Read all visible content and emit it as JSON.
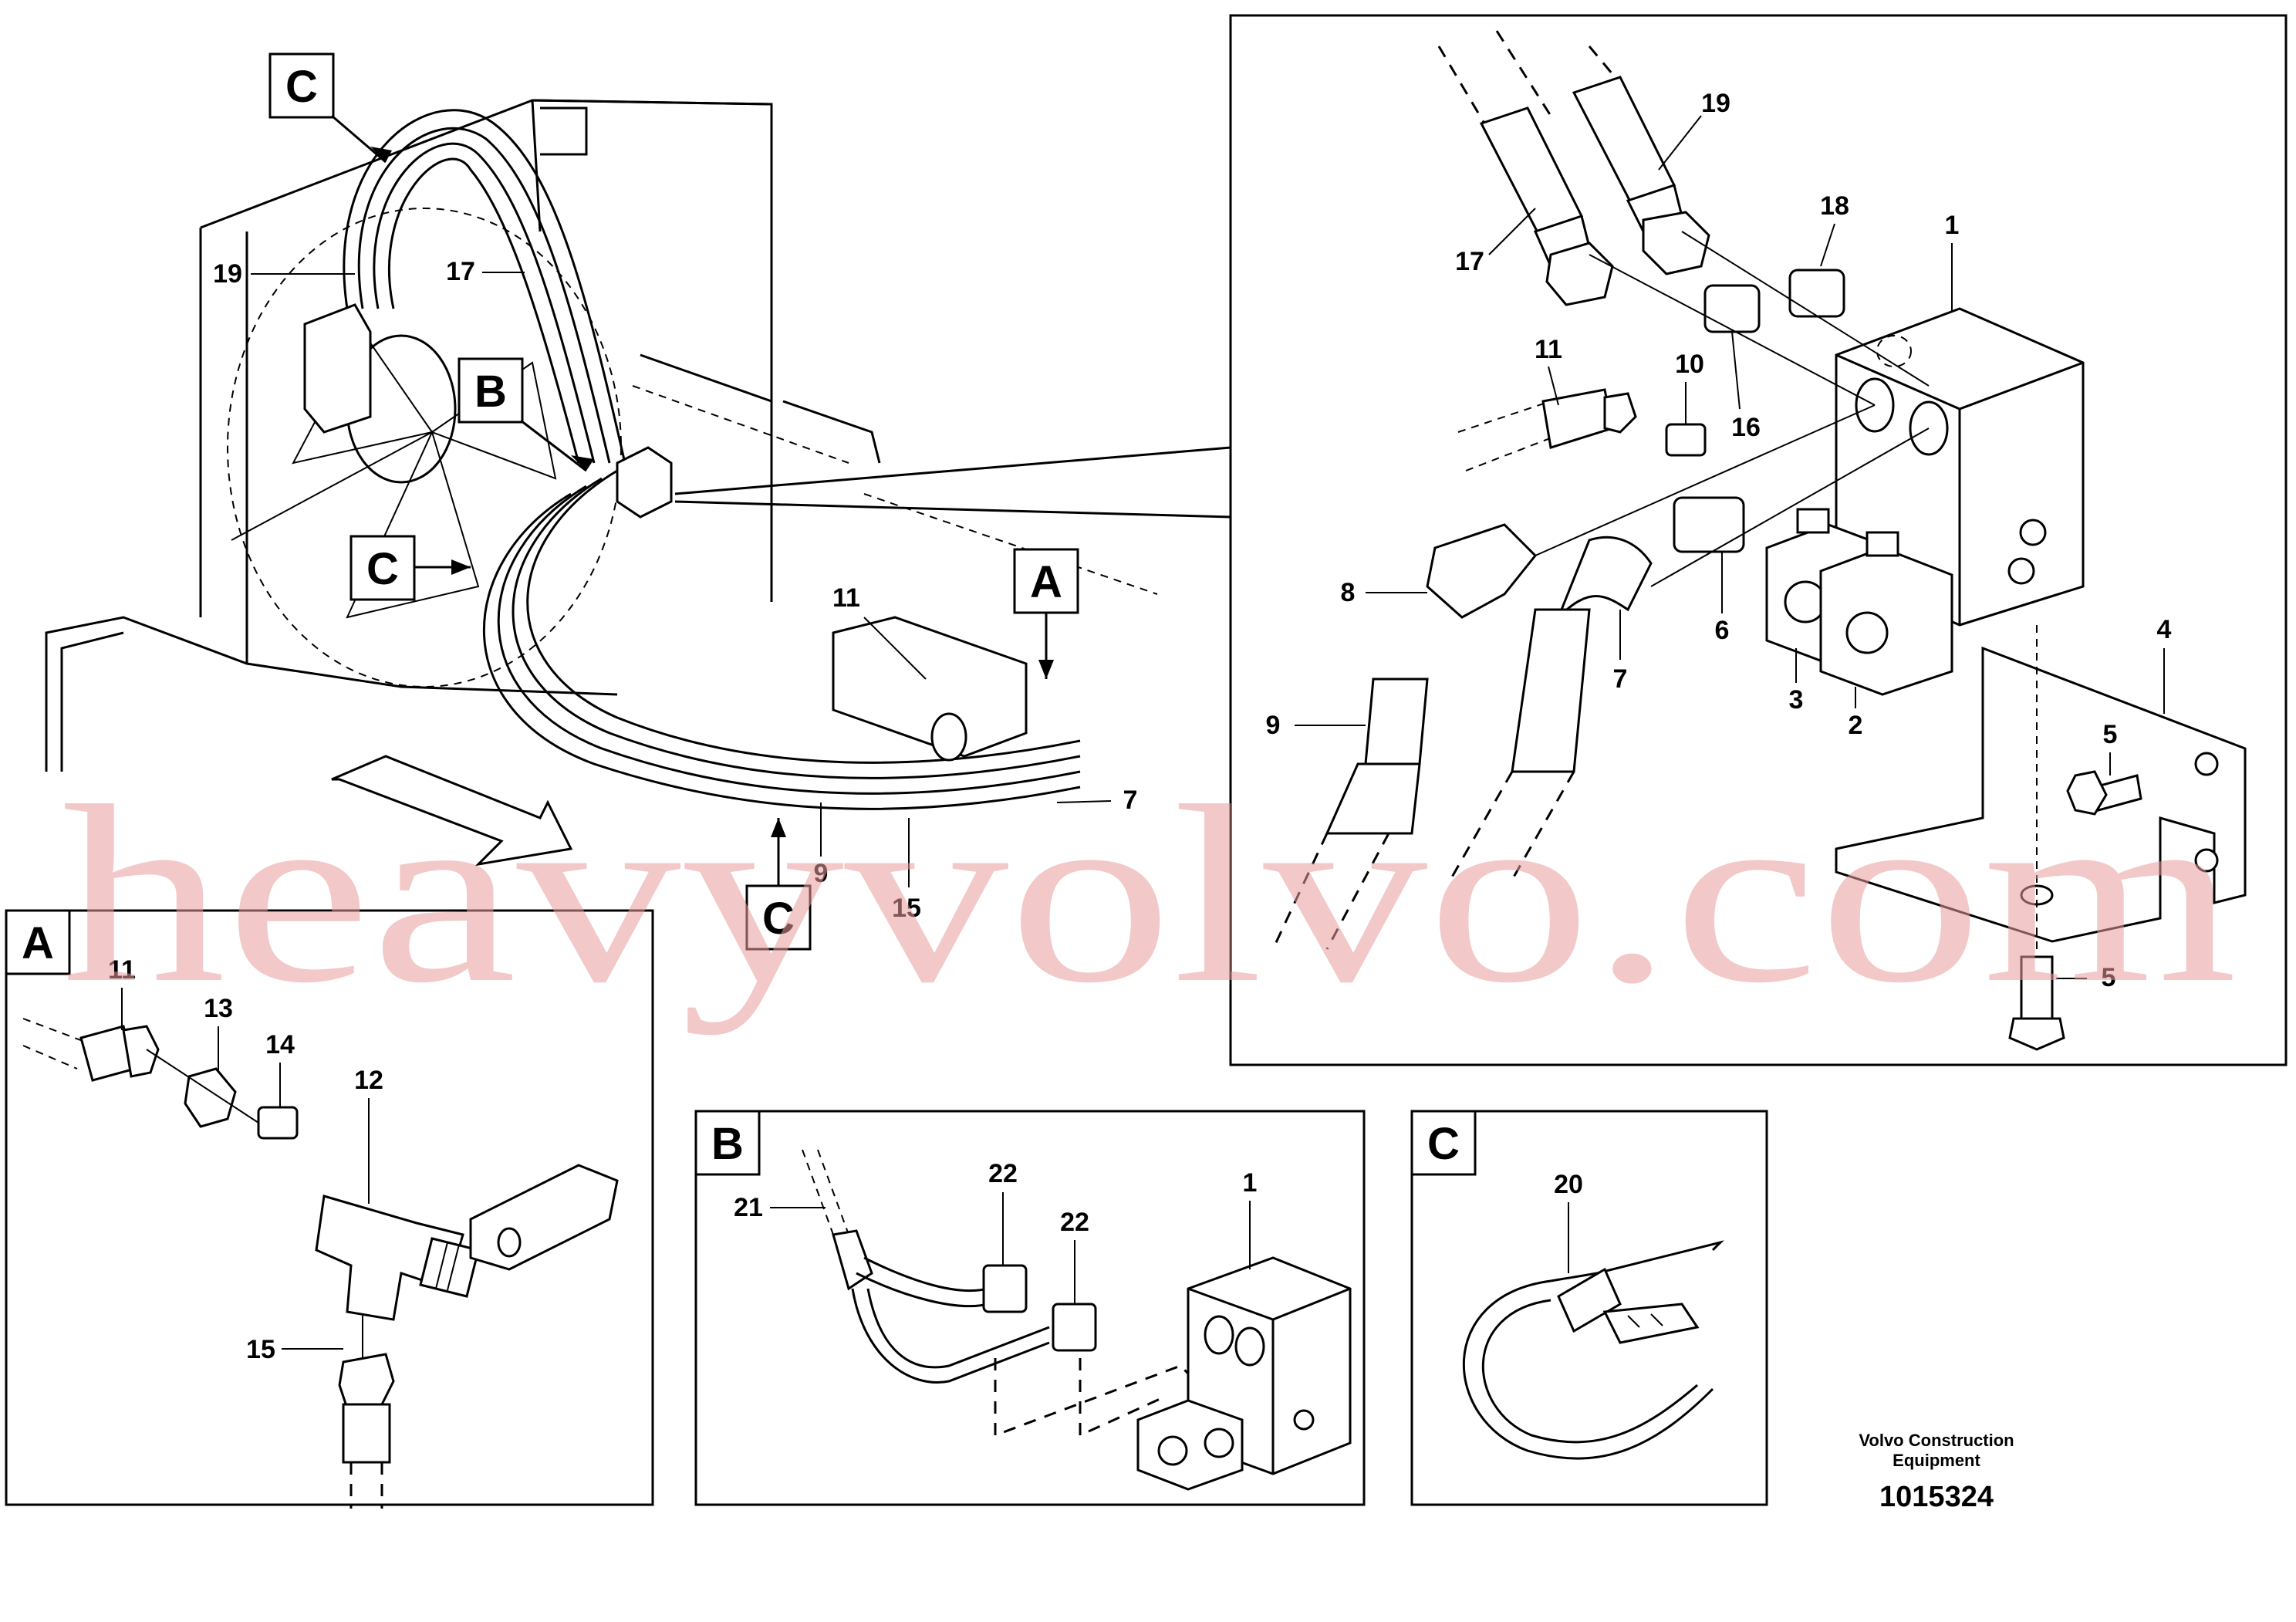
{
  "main_view": {
    "callouts": {
      "c_top": "C",
      "b": "B",
      "c_mid": "C",
      "a": "A",
      "c_bottom": "C"
    },
    "labels": {
      "p19": "19",
      "p17": "17",
      "p11": "11",
      "p9": "9",
      "p15": "15",
      "p7": "7"
    }
  },
  "detail_main": {
    "labels": {
      "p19": "19",
      "p18": "18",
      "p1": "1",
      "p17": "17",
      "p11": "11",
      "p10": "10",
      "p16": "16",
      "p8": "8",
      "p7": "7",
      "p6": "6",
      "p3": "3",
      "p2": "2",
      "p4": "4",
      "p5a": "5",
      "p9": "9",
      "p5b": "5"
    }
  },
  "detail_a": {
    "title": "A",
    "labels": {
      "p11": "11",
      "p13": "13",
      "p14": "14",
      "p12": "12",
      "p15": "15"
    }
  },
  "detail_b": {
    "title": "B",
    "labels": {
      "p22a": "22",
      "p22b": "22",
      "p21": "21",
      "p1": "1"
    }
  },
  "detail_c": {
    "title": "C",
    "labels": {
      "p20": "20"
    }
  },
  "footer": {
    "company_line1": "Volvo Construction",
    "company_line2": "Equipment",
    "doc_number": "1015324"
  },
  "watermark": {
    "text": "heavyvolvo.com"
  }
}
